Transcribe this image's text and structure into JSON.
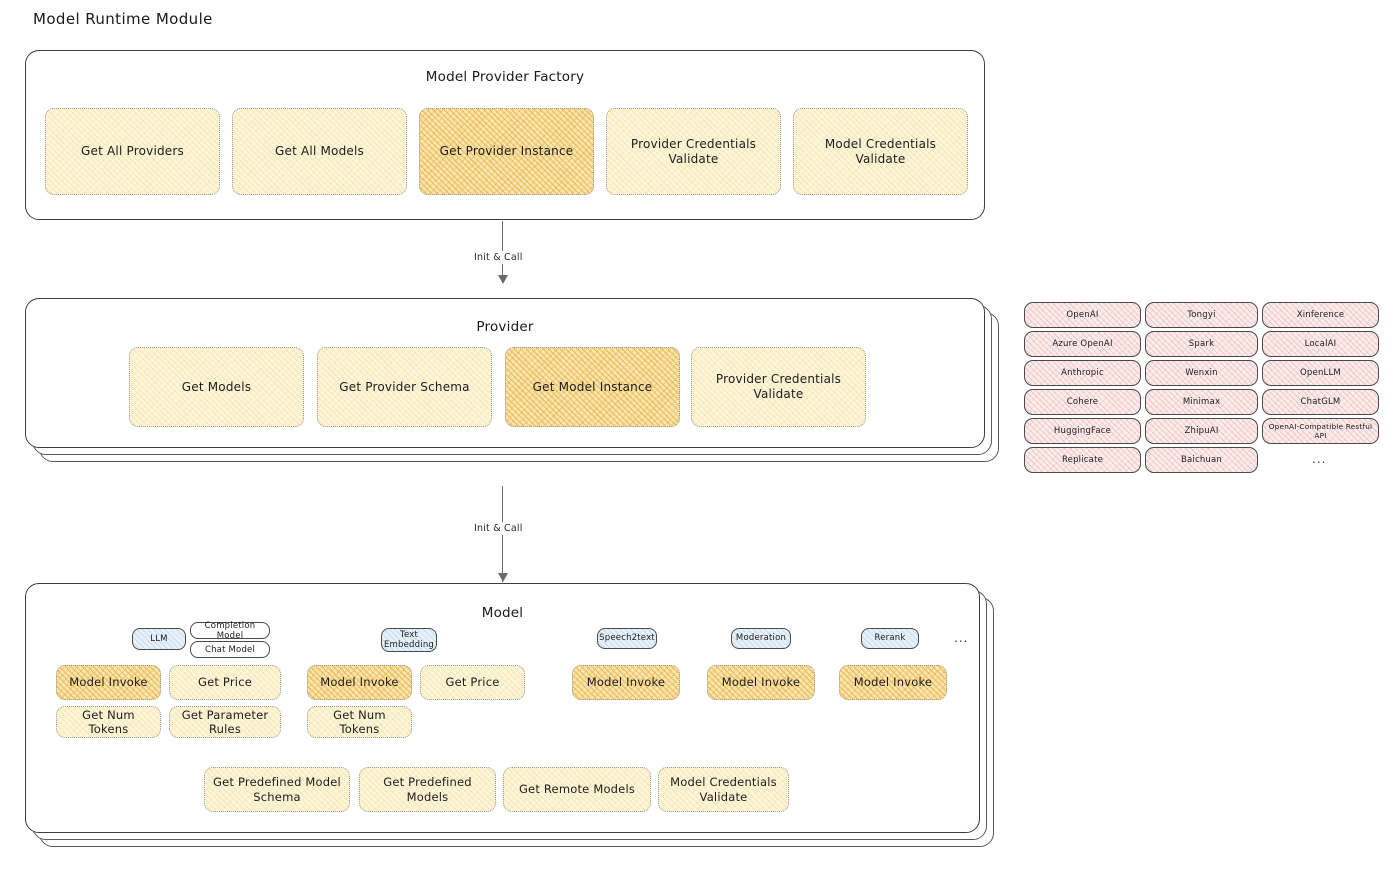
{
  "title": "Model Runtime Module",
  "factory": {
    "title": "Model Provider Factory",
    "ops": [
      {
        "label": "Get All Providers",
        "highlight": false
      },
      {
        "label": "Get All Models",
        "highlight": false
      },
      {
        "label": "Get Provider Instance",
        "highlight": true
      },
      {
        "label": "Provider Credentials Validate",
        "highlight": false
      },
      {
        "label": "Model Credentials Validate",
        "highlight": false
      }
    ]
  },
  "connector1": {
    "label": "Init & Call"
  },
  "provider": {
    "title": "Provider",
    "ops": [
      {
        "label": "Get Models",
        "highlight": false
      },
      {
        "label": "Get Provider Schema",
        "highlight": false
      },
      {
        "label": "Get Model Instance",
        "highlight": true
      },
      {
        "label": "Provider Credentials Validate",
        "highlight": false
      }
    ]
  },
  "connector2": {
    "label": "Init & Call"
  },
  "provider_list": {
    "column1": [
      "OpenAI",
      "Azure OpenAI",
      "Anthropic",
      "Cohere",
      "HuggingFace",
      "Replicate"
    ],
    "column2": [
      "Tongyi",
      "Spark",
      "Wenxin",
      "Minimax",
      "ZhipuAI",
      "Baichuan"
    ],
    "column3": [
      "Xinference",
      "LocalAI",
      "OpenLLM",
      "ChatGLM",
      "OpenAI-Compatible Restful API"
    ],
    "more": "..."
  },
  "model": {
    "title": "Model",
    "more": "...",
    "types": [
      {
        "name": "LLM",
        "subtypes": [
          "Completion Model",
          "Chat Model"
        ],
        "ops": [
          {
            "label": "Model Invoke",
            "highlight": true
          },
          {
            "label": "Get Price",
            "highlight": false
          },
          {
            "label": "Get Num Tokens",
            "highlight": false
          },
          {
            "label": "Get Parameter Rules",
            "highlight": false
          }
        ]
      },
      {
        "name": "Text Embedding",
        "subtypes": [],
        "ops": [
          {
            "label": "Model Invoke",
            "highlight": true
          },
          {
            "label": "Get Price",
            "highlight": false
          },
          {
            "label": "Get Num Tokens",
            "highlight": false
          }
        ]
      },
      {
        "name": "Speech2text",
        "subtypes": [],
        "ops": [
          {
            "label": "Model Invoke",
            "highlight": true
          }
        ]
      },
      {
        "name": "Moderation",
        "subtypes": [],
        "ops": [
          {
            "label": "Model Invoke",
            "highlight": true
          }
        ]
      },
      {
        "name": "Rerank",
        "subtypes": [],
        "ops": [
          {
            "label": "Model Invoke",
            "highlight": true
          }
        ]
      }
    ],
    "common_ops": [
      {
        "label": "Get Predefined Model Schema"
      },
      {
        "label": "Get Predefined Models"
      },
      {
        "label": "Get Remote Models"
      },
      {
        "label": "Model Credentials Validate"
      }
    ]
  },
  "colors": {
    "highlight_fill": "#fae6b4",
    "light_fill": "#fdf6dd",
    "provider_chip_fill": "#fdeeee",
    "model_type_chip_fill": "#e7f1fa",
    "panel_border": "#3f3f3f",
    "connector": "#6b6b6b"
  }
}
